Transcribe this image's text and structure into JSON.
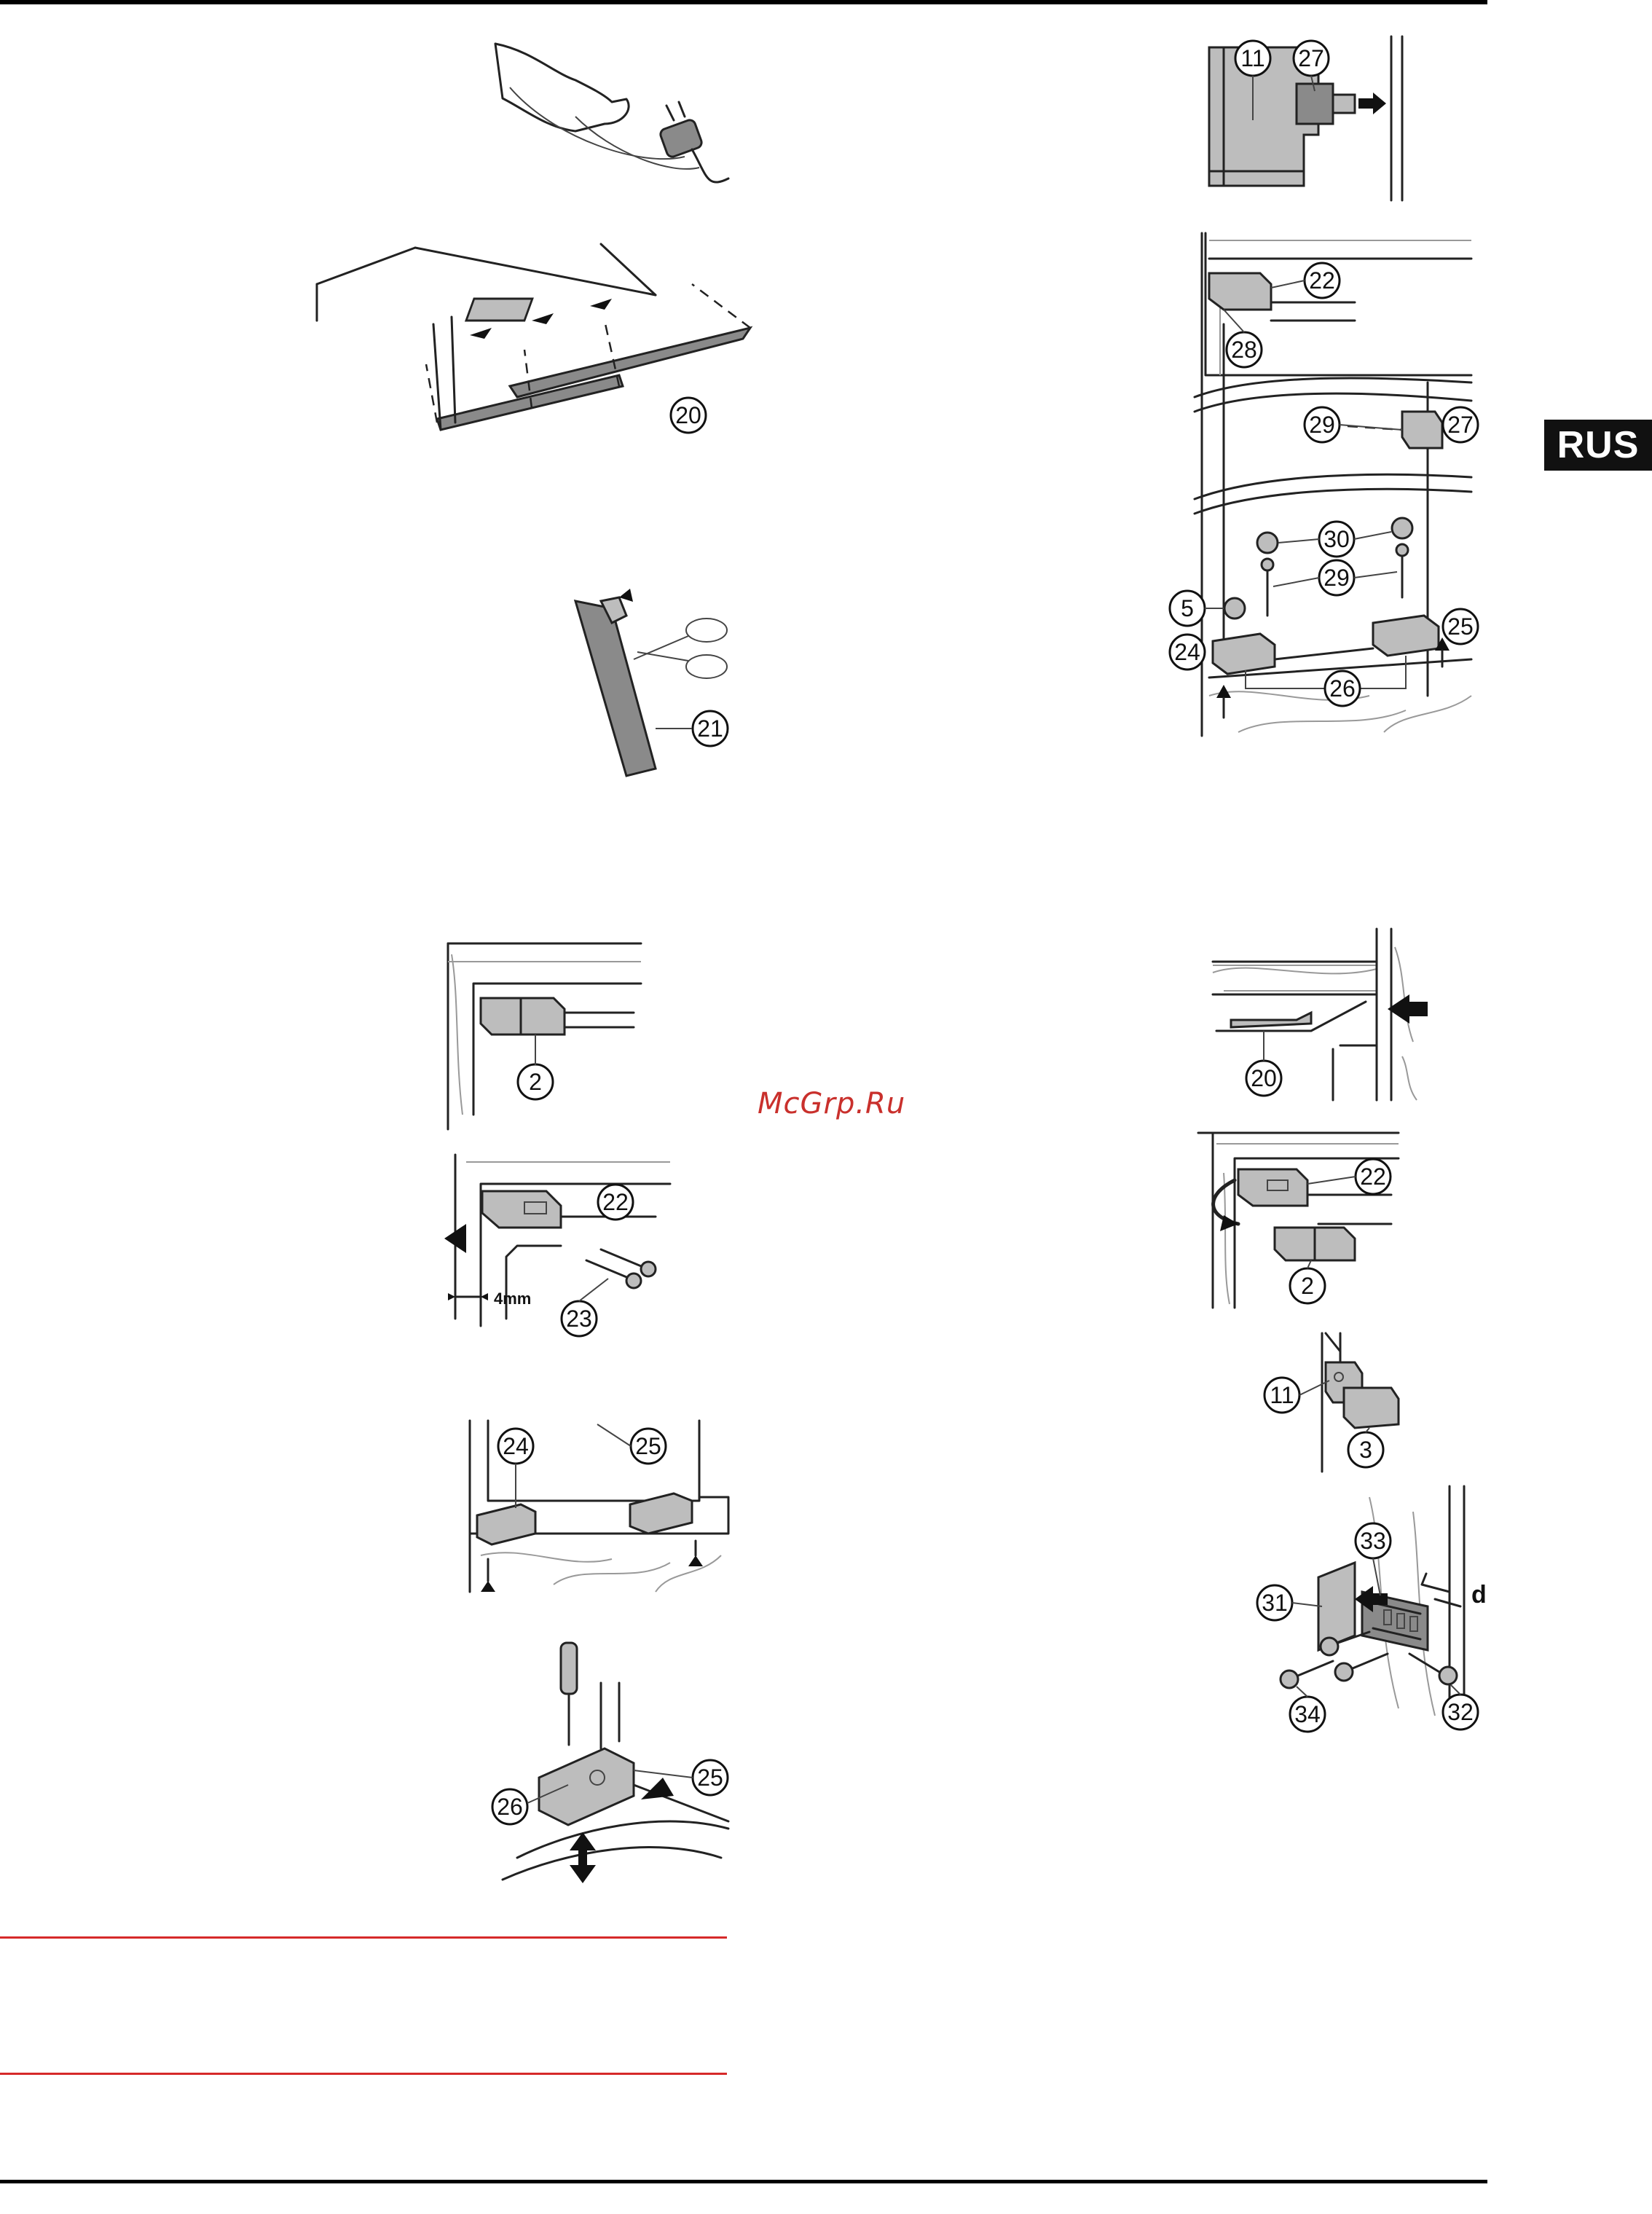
{
  "page": {
    "language_tab": "RUS",
    "watermark": "McGrp.Ru"
  },
  "figures": {
    "fig_plug": {
      "callouts": []
    },
    "fig_cover": {
      "callouts": [
        "20"
      ]
    },
    "fig_scissors": {
      "callouts": [
        "21"
      ]
    },
    "fig_block": {
      "callouts": [
        "2"
      ]
    },
    "fig_bracket": {
      "callouts": [
        "22",
        "23"
      ],
      "dimension": "4mm"
    },
    "fig_hinges_base": {
      "callouts": [
        "24",
        "25"
      ]
    },
    "fig_screwdriver": {
      "callouts": [
        "26",
        "25"
      ]
    },
    "fig_latch": {
      "callouts": [
        "11",
        "27"
      ]
    },
    "fig_door": {
      "callouts": [
        "22",
        "28",
        "29",
        "27",
        "30",
        "29",
        "5",
        "24",
        "25",
        "26"
      ]
    },
    "fig_panel_push": {
      "callouts": [
        "20"
      ]
    },
    "fig_bracket_cap": {
      "callouts": [
        "22",
        "2"
      ]
    },
    "fig_latch_cap": {
      "callouts": [
        "11",
        "3"
      ]
    },
    "fig_plate": {
      "callouts": [
        "33",
        "31",
        "34",
        "32"
      ],
      "dimension": "d"
    }
  }
}
